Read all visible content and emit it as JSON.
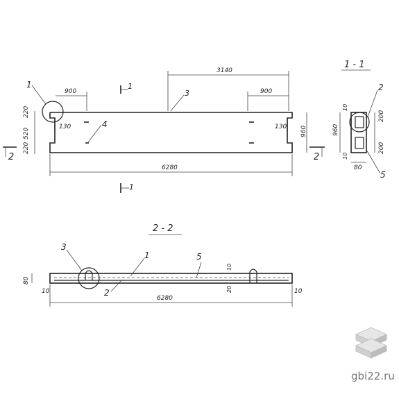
{
  "top_view": {
    "dims": {
      "left_offset": "900",
      "center_offset": "3140",
      "right_offset": "900",
      "total_length": "6280",
      "height": "960",
      "left_stack": [
        "220",
        "520",
        "220"
      ],
      "left_notch": "130",
      "right_notch": "130"
    },
    "callouts": {
      "circle": "1",
      "center": "3",
      "body": "4"
    },
    "section_marks": {
      "top": "1",
      "bottom": "1",
      "left": "2",
      "right": "2"
    }
  },
  "section_1_1": {
    "title": "1 - 1",
    "dims": {
      "top": "10",
      "upper": "200",
      "lower": "200",
      "height": "960",
      "bottom": "10",
      "width": "80"
    },
    "callouts": {
      "top": "2",
      "bottom": "5"
    }
  },
  "section_2_2": {
    "title": "2 - 2",
    "dims": {
      "height": "80",
      "left_gap": "10",
      "right_gap": "10",
      "length": "6280",
      "top_small": "10",
      "bottom_small": "20"
    },
    "callouts": {
      "circle": "3",
      "left": "2",
      "mid": "1",
      "right": "5"
    }
  },
  "watermark": {
    "text": "gbi22.ru"
  }
}
